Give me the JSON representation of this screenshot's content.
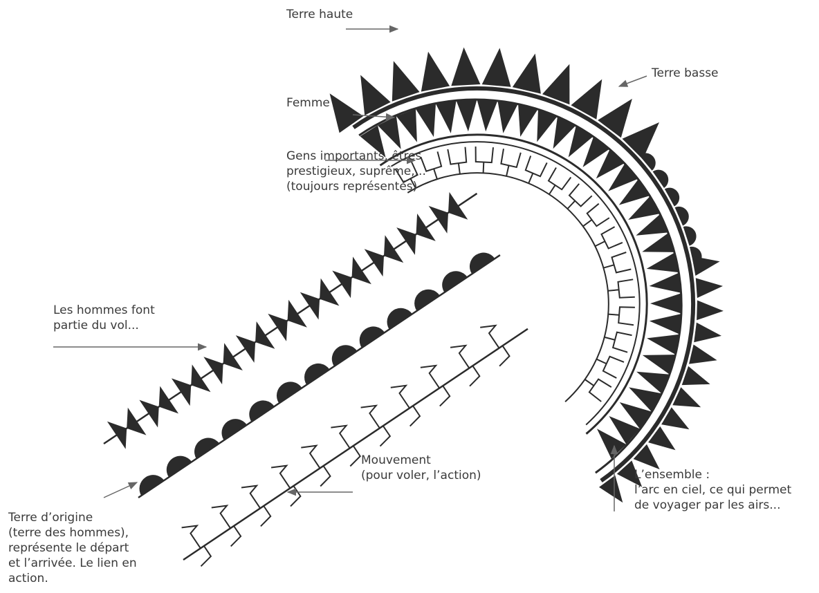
{
  "diagram": {
    "ink": "#2b2b2b",
    "arrow_color": "#666666",
    "labels": {
      "terre_haute": "Terre haute",
      "terre_basse": "Terre basse",
      "femme": "Femme",
      "gens_importants": "Gens importants, êtres\nprestigieux, suprême,...\n(toujours représentés)",
      "hommes": "Les hommes font\npartie du vol...",
      "mouvement": "Mouvement\n(pour voler, l’action)",
      "ensemble": "L’ensemble :\nl’arc en ciel, ce qui permet\nde voyager par les airs...",
      "terre_origine": "Terre d’origine\n(terre des hommes),\nreprésente le départ\net l’arrivée. Le lien en\naction."
    }
  }
}
